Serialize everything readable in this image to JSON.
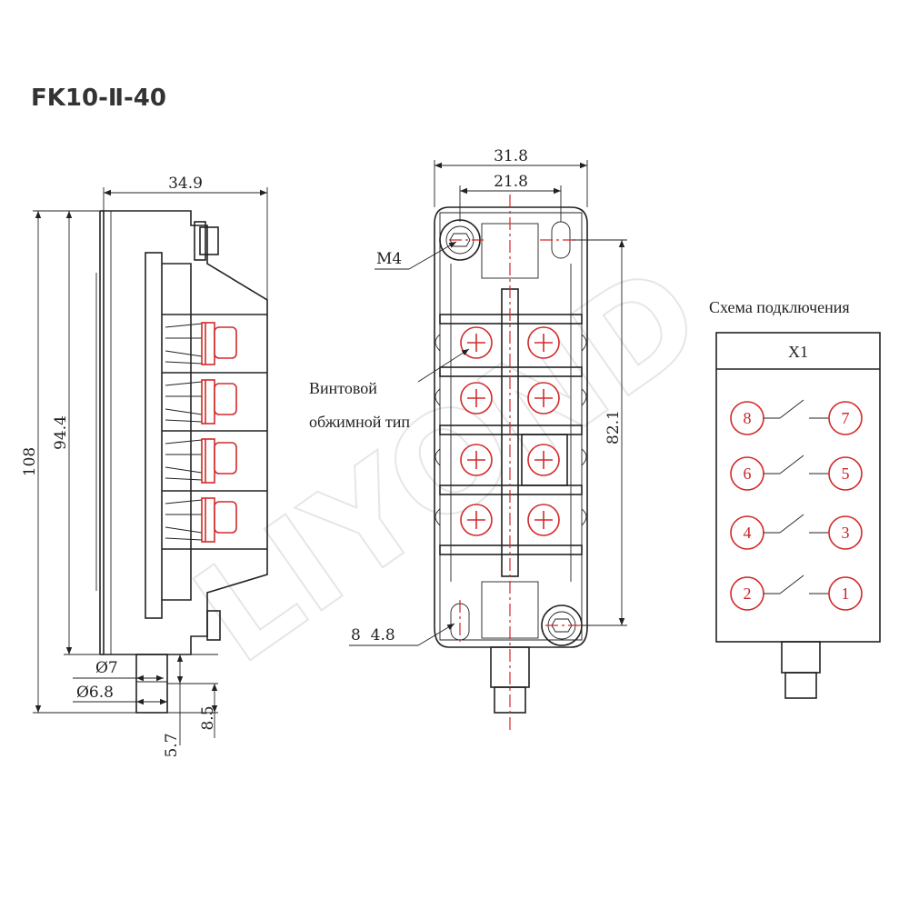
{
  "title": "FK10-Ⅱ-40",
  "watermark": "LIYOND",
  "colors": {
    "line": "#222222",
    "accent": "#d22a2a",
    "title": "#333333"
  },
  "side_view": {
    "dims": {
      "width_top": "34.9",
      "height_total": "108",
      "height_inner": "94.4",
      "dia_7": "Ø7",
      "dia_6_8": "Ø6.8",
      "len_5_7": "5.7",
      "len_8_5": "8.5"
    }
  },
  "front_view": {
    "dims": {
      "width_outer": "31.8",
      "width_inner": "21.8",
      "height_holes": "82.1",
      "screw": "M4",
      "slot": "8  4.8"
    },
    "terminal_label_1": "Винтовой",
    "terminal_label_2": "обжимной тип"
  },
  "wiring": {
    "caption": "Схема подключения",
    "header": "X1",
    "pins_left": [
      "8",
      "6",
      "4",
      "2"
    ],
    "pins_right": [
      "7",
      "5",
      "3",
      "1"
    ]
  }
}
